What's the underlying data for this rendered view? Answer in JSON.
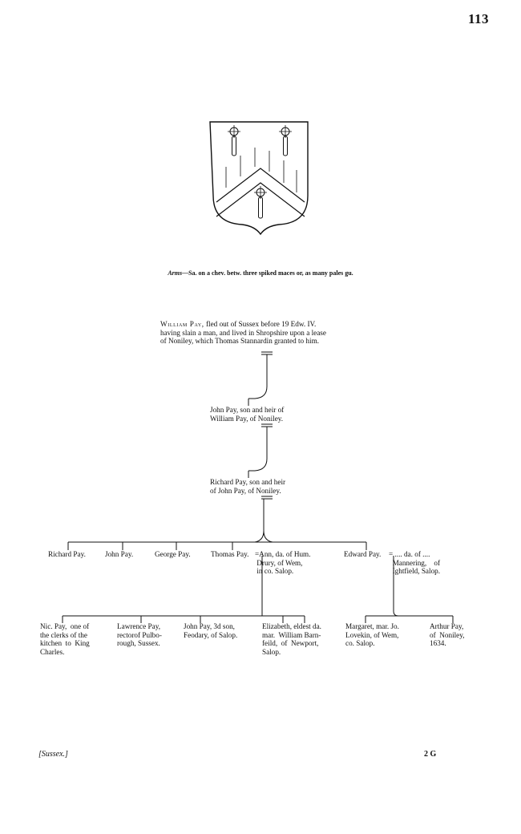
{
  "page_number": "113",
  "arms": {
    "label": "Arms",
    "text": "—Sa. on a chev. betw. three spiked maces or, as many pales gu."
  },
  "william": {
    "name": "William Pay,",
    "line1": " fled out of Sussex before 19 Edw. IV.",
    "line2": "having slain a man, and lived in Shropshire upon a lease",
    "line3": "of Noniley, which Thomas Stannardin granted to him."
  },
  "john": {
    "line1": "John Pay, son and heir of",
    "line2": "William Pay, of Noniley."
  },
  "richard": {
    "line1": "Richard Pay, son and heir",
    "line2": "of John Pay, of Noniley."
  },
  "children": {
    "richard": "Richard Pay.",
    "john": "John Pay.",
    "george": "George Pay.",
    "thomas": "Thomas Pay.",
    "ann": {
      "line1": "=Ann, da. of Hum.",
      "line2": "Drury, of Wem,",
      "line3": "in co. Salop."
    },
    "edward": "Edward Pay.",
    "edward_wife": {
      "line1": "= .... da. of ....",
      "line2": "Mannering,    of",
      "line3": "Ightfield, Salop."
    }
  },
  "grandchildren": {
    "nic": {
      "line1": "Nic. Pay,  one of",
      "line2": "the clerks of the",
      "line3": "kitchen  to  King",
      "line4": "Charles."
    },
    "lawrence": {
      "line1": "Lawrence Pay,",
      "line2": "rectorof Pulbo-",
      "line3": "rough, Sussex."
    },
    "john3": {
      "line1": "John Pay, 3d son,",
      "line2": "Feodary, of Salop."
    },
    "elizabeth": {
      "line1": "Elizabeth, eldest da.",
      "line2": "mar.  William Barn-",
      "line3": "feild,  of  Newport,",
      "line4": "Salop."
    },
    "margaret": {
      "line1": "Margaret, mar. Jo.",
      "line2": "Lovekin, of Wem,",
      "line3": "co. Salop."
    },
    "arthur": {
      "line1": "Arthur Pay,",
      "line2": "of  Noniley,",
      "line3": "1634."
    }
  },
  "footer": {
    "left": "[Sussex.]",
    "right": "2 G"
  }
}
